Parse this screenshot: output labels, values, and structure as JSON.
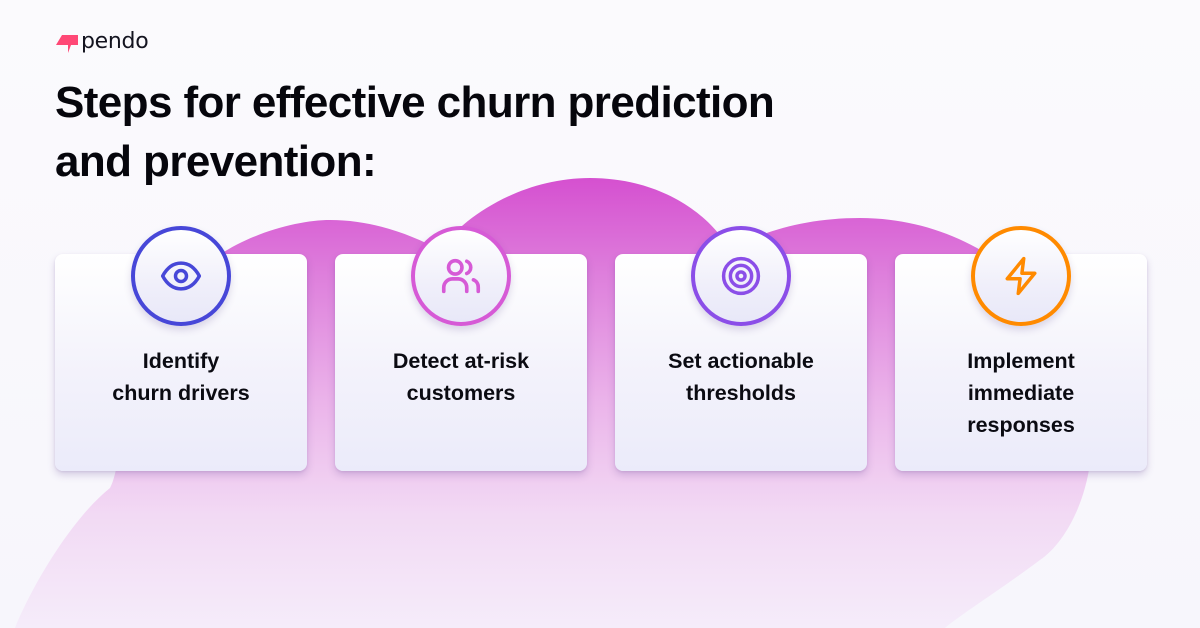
{
  "brand": {
    "logo_text": "pendo",
    "logo_color": "#ff4876"
  },
  "title": {
    "line1": "Steps for effective churn prediction",
    "line2": "and prevention:"
  },
  "steps": [
    {
      "label_line1": "Identify",
      "label_line2": "churn drivers",
      "label_line3": "",
      "icon": "eye-icon",
      "color": "#4747d8"
    },
    {
      "label_line1": "Detect at-risk",
      "label_line2": "customers",
      "label_line3": "",
      "icon": "users-icon",
      "color": "#d65ad6"
    },
    {
      "label_line1": "Set actionable",
      "label_line2": "thresholds",
      "label_line3": "",
      "icon": "target-icon",
      "color": "#8b4ee8"
    },
    {
      "label_line1": "Implement",
      "label_line2": "immediate",
      "label_line3": "responses",
      "icon": "lightning-icon",
      "color": "#ff8a00"
    }
  ],
  "colors": {
    "blob_top": "#d44fd2",
    "blob_bottom": "#f3e6f8",
    "background": "#f8f7fc"
  }
}
